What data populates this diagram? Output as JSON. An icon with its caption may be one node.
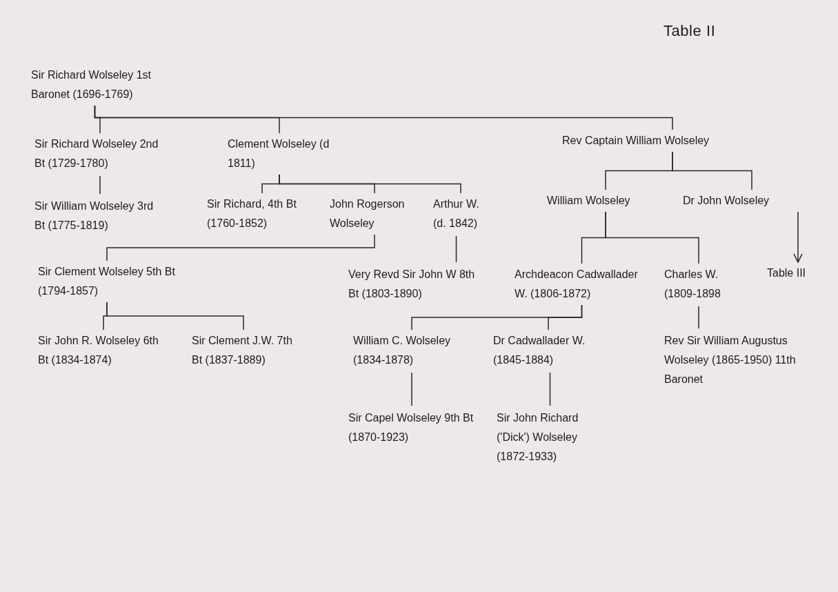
{
  "diagram": {
    "title": "Table II",
    "nodes": [
      {
        "text": [
          "Sir Richard Wolseley 1st Baronet (1696-1769)"
        ]
      },
      {
        "text": [
          "Sir Richard Wolseley 2nd Bt (1729-1780)"
        ]
      },
      {
        "text": [
          "Clement Wolseley (d 1811)"
        ]
      },
      {
        "text": [
          "Rev Captain William Wolseley"
        ]
      },
      {
        "text": [
          "Sir William Wolseley 3rd Bt (1775-1819)"
        ]
      },
      {
        "text": [
          "Sir Richard, 4th Bt (1760-1852)"
        ]
      },
      {
        "text": [
          "John Rogerson Wolseley"
        ]
      },
      {
        "text": [
          "Arthur W. (d. 1842)"
        ]
      },
      {
        "text": [
          "William Wolseley"
        ]
      },
      {
        "text": [
          "Dr John Wolseley"
        ]
      },
      {
        "text": [
          "Table III"
        ]
      },
      {
        "text": [
          "Sir Clement Wolseley 5th Bt (1794-1857)"
        ]
      },
      {
        "text": [
          "Very Revd Sir John W 8th Bt (1803-1890)"
        ]
      },
      {
        "text": [
          "Archdeacon Cadwallader W. (1806-1872)"
        ]
      },
      {
        "text": [
          "Charles W. (1809-1898"
        ]
      },
      {
        "text": [
          "Sir John R. Wolseley 6th Bt (1834-1874)"
        ]
      },
      {
        "text": [
          "Sir Clement J.W. 7th Bt (1837-1889)"
        ]
      },
      {
        "text": [
          "William C. Wolseley (1834-1878)"
        ]
      },
      {
        "text": [
          "Dr Cadwallader W. (1845-1884)"
        ]
      },
      {
        "text": [
          "Rev Sir William Augustus Wolseley (1865-1950) 11th Baronet"
        ]
      },
      {
        "text": [
          "Sir Capel Wolseley 9th Bt (1870-1923)"
        ]
      },
      {
        "text": [
          "Sir John Richard ('Dick') Wolseley (1872-1933)"
        ]
      }
    ],
    "edges": [
      {
        "from": 0,
        "to": 1,
        "arrow": "none"
      },
      {
        "from": 0,
        "to": 2,
        "arrow": "none"
      },
      {
        "from": 0,
        "to": 3,
        "arrow": "none"
      },
      {
        "from": 1,
        "to": 4,
        "arrow": "none"
      },
      {
        "from": 2,
        "to": 5,
        "arrow": "none"
      },
      {
        "from": 2,
        "to": 6,
        "arrow": "none"
      },
      {
        "from": 2,
        "to": 7,
        "arrow": "none"
      },
      {
        "from": 3,
        "to": 8,
        "arrow": "none"
      },
      {
        "from": 3,
        "to": 9,
        "arrow": "none"
      },
      {
        "from": 9,
        "to": 10,
        "arrow": "to"
      },
      {
        "from": 6,
        "to": 11,
        "arrow": "none"
      },
      {
        "from": 7,
        "to": 12,
        "arrow": "none"
      },
      {
        "from": 8,
        "to": 13,
        "arrow": "none"
      },
      {
        "from": 8,
        "to": 14,
        "arrow": "none"
      },
      {
        "from": 11,
        "to": 15,
        "arrow": "none"
      },
      {
        "from": 11,
        "to": 16,
        "arrow": "none"
      },
      {
        "from": 13,
        "to": 17,
        "arrow": "none"
      },
      {
        "from": 13,
        "to": 18,
        "arrow": "none"
      },
      {
        "from": 14,
        "to": 19,
        "arrow": "none"
      },
      {
        "from": 17,
        "to": 20,
        "arrow": "none"
      },
      {
        "from": 18,
        "to": 21,
        "arrow": "none"
      }
    ]
  }
}
